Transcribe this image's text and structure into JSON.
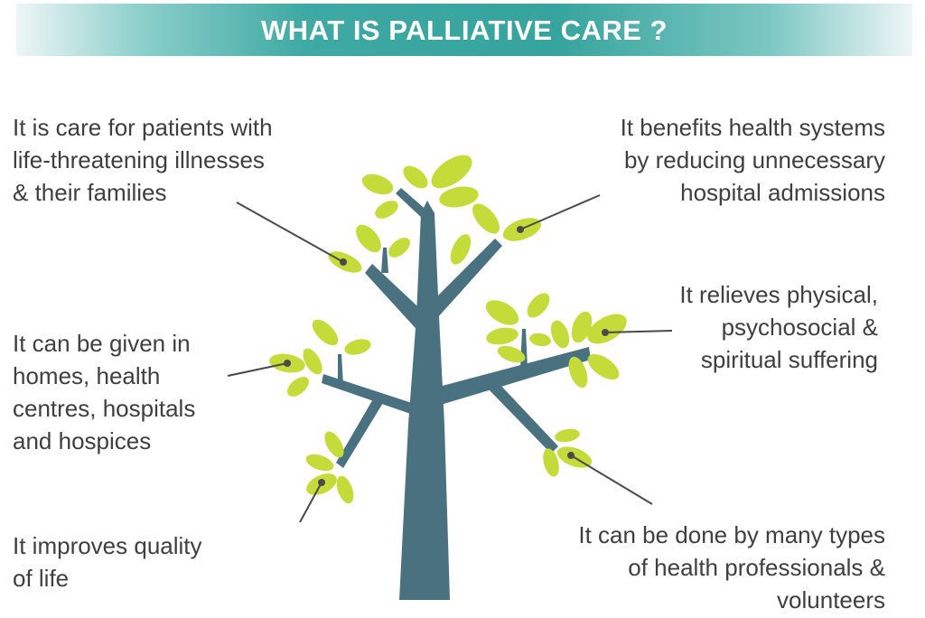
{
  "banner": {
    "title": "WHAT IS PALLIATIVE CARE ?"
  },
  "colors": {
    "banner_teal": "#36a39d",
    "trunk_slate": "#4a7180",
    "leaf_green": "#c3dc3a",
    "text_gray": "#3f3f3f"
  },
  "callouts": [
    {
      "text": "It is care for patients with\nlife-threatening illnesses\n& their families"
    },
    {
      "text": "It can be given in\nhomes, health\ncentres, hospitals\nand hospices"
    },
    {
      "text": "It improves quality\nof life"
    },
    {
      "text": "It benefits health systems\nby reducing unnecessary\nhospital admissions"
    },
    {
      "text": "It relieves physical,\npsychosocial &\nspiritual suffering"
    },
    {
      "text": "It can be done by many types\nof health professionals &\nvolunteers"
    }
  ]
}
